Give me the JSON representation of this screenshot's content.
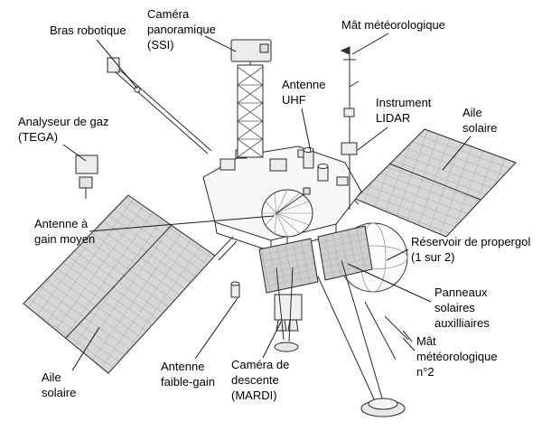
{
  "colors": {
    "background": "#ffffff",
    "line": "#2a2a2a",
    "panel_fill": "#d7d7d7",
    "panel_grid": "#9a9a9a",
    "leader": "#1a1a1a"
  },
  "diagram": {
    "labels": [
      {
        "id": "robotic-arm",
        "text": "Bras robotique"
      },
      {
        "id": "panoramic-camera",
        "text": "Caméra\npanoramique\n(SSI)"
      },
      {
        "id": "weather-mast",
        "text": "Mât météorologique"
      },
      {
        "id": "uhf-antenna",
        "text": "Antenne\nUHF"
      },
      {
        "id": "lidar-instrument",
        "text": "Instrument\nLIDAR"
      },
      {
        "id": "solar-wing-right",
        "text": "Aile\nsolaire"
      },
      {
        "id": "gas-analyzer",
        "text": "Analyseur de gaz\n(TEGA)"
      },
      {
        "id": "medium-gain-antenna",
        "text": "Antenne à\ngain moyen"
      },
      {
        "id": "propellant-tank",
        "text": "Réservoir de propergol\n(1 sur 2)"
      },
      {
        "id": "aux-solar-panels",
        "text": "Panneaux\nsolaires\nauxilliaires"
      },
      {
        "id": "weather-mast-2",
        "text": "Mât\nmétéorologique\nn°2"
      },
      {
        "id": "solar-wing-left",
        "text": "Aile\nsolaire"
      },
      {
        "id": "low-gain-antenna",
        "text": "Antenne\nfaible-gain"
      },
      {
        "id": "descent-camera",
        "text": "Caméra de\ndescente\n(MARDI)"
      }
    ]
  }
}
